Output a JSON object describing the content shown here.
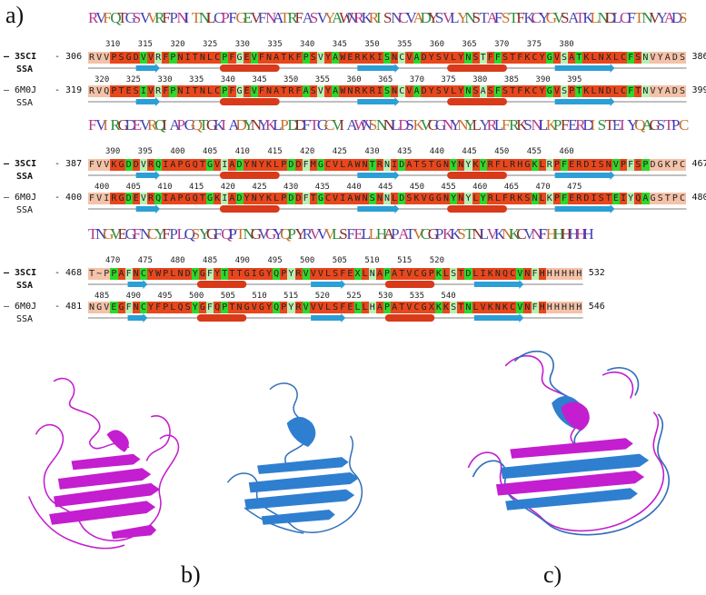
{
  "panel_labels": {
    "a": "a)",
    "b": "b)",
    "c": "c)"
  },
  "colors": {
    "identical": "#e8471c",
    "similar_green": "#2ed82a",
    "light_green": "#b8efb4",
    "faded": "#f4c2a8",
    "helix": "#d83a1a",
    "strand": "#2b9fd6",
    "magenta": "#c31ecf",
    "blue": "#2f7fd0"
  },
  "alignment": [
    {
      "consensus": "RVFQTGSVVRFPNITNLCPFGEVFNATRFASVYAWNRKRISNCVADYSVLYNSTAFSTFKCYGVSATKLNDLCFTNVYADS",
      "top_numbers": "310  315  320  325  330  335  340  345  350  355  360  365  370  375  380",
      "row1": {
        "name": "3SCI",
        "start": "306",
        "end": "386",
        "seq": "RVVPSGDVVRFPNITNLCPFGEVFNATKFPSVYAWERKKISNCVADYSVLYNSTFFSTFKCYGVSATKLNXLCFSNVYADS"
      },
      "ssa1": "SSA",
      "mid_numbers": "320  325  330  335  340  345  350  355  360  365  370  375  380  385  390  395",
      "row2": {
        "name": "6M0J",
        "start": "319",
        "end": "399",
        "seq": "RVQPTESIVRFPNITNLCPFGEVFNATRFASVYAWNRKRISNCVADYSVLYNSASFSTFKCYGVSPTKLNDLCFTNVYADS"
      },
      "ssa2": "SSA"
    },
    {
      "consensus": "FVIRGDEVRQIAPGQTGKIADYNYKLPDDFTGCVIAWNSNNLDSKVGGNYNYLYRLFRKSNLKPFERDISTEIYQAGSTPC",
      "top_numbers": "390  395  400  405  410  415  420  425  430  435  440  445  450  455  460",
      "row1": {
        "name": "3SCI",
        "start": "387",
        "end": "467",
        "seq": "FVVKGDDVRQIAPGQTGVIADYNYKLPDDFMGCVLAWNTRNIDATSTGNYNYKYRFLRHGKLRPFERDISNVPFSPDGKPC"
      },
      "ssa1": "SSA",
      "mid_numbers": "400  405  410  415  420  425  430  435  440  445  450  455  460  465  470  475",
      "row2": {
        "name": "6M0J",
        "start": "400",
        "end": "480",
        "seq": "FVIRGDEVRQIAPGQTGKIADYNYKLPDDFTGCVIAWNSNNLDSKVGGNYNYLYRLFRKSNLKPFERDISTEIYQAGSTPC"
      },
      "ssa2": "SSA"
    },
    {
      "consensus": "TNGVEGFNCYFPLQSYGFQPTNGVGYQPYRVVVLSFELLHAPATVCGPKKSTNLVKNKCVNFHHHHHH",
      "top_numbers": "470  475  480  485  490  495  500  505  510  515  520",
      "row1": {
        "name": "3SCI",
        "start": "468",
        "end": "532",
        "seq": "T~PPAFNCYWPLNDYGFYTTTGIGYQPYRVVVLSFEXLNAPATVCGPKLSTDLIKNQCVNFHHHHHH"
      },
      "ssa1": "SSA",
      "mid_numbers": "485  490  495  500  505  510  515  520  525  530  535  540",
      "row2": {
        "name": "6M0J",
        "start": "481",
        "end": "546",
        "seq": "NGVEGFNCYFPLQSYGFQPTNGVGYQPYRVVVLSFELLHAPATVCGXKKSTNLVKNKCVNFHHHHHH"
      },
      "ssa2": "SSA"
    }
  ]
}
